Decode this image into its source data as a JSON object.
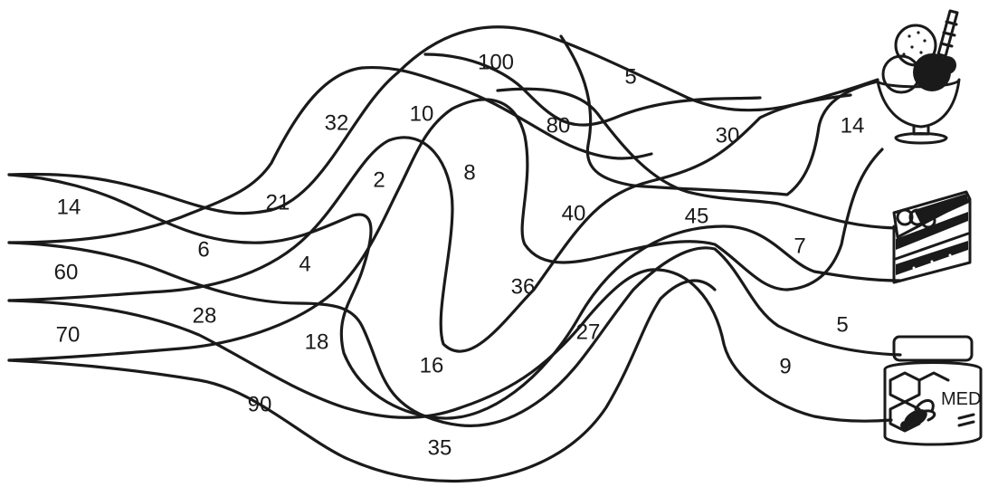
{
  "numbers": [
    {
      "id": "n100",
      "text": "100"
    },
    {
      "id": "n5a",
      "text": "5"
    },
    {
      "id": "n32",
      "text": "32"
    },
    {
      "id": "n10",
      "text": "10"
    },
    {
      "id": "n80",
      "text": "80"
    },
    {
      "id": "n30",
      "text": "30"
    },
    {
      "id": "n14b",
      "text": "14"
    },
    {
      "id": "n14a",
      "text": "14"
    },
    {
      "id": "n21",
      "text": "21"
    },
    {
      "id": "n2",
      "text": "2"
    },
    {
      "id": "n8",
      "text": "8"
    },
    {
      "id": "n40",
      "text": "40"
    },
    {
      "id": "n45",
      "text": "45"
    },
    {
      "id": "n6",
      "text": "6"
    },
    {
      "id": "n4",
      "text": "4"
    },
    {
      "id": "n60",
      "text": "60"
    },
    {
      "id": "n7",
      "text": "7"
    },
    {
      "id": "n28",
      "text": "28"
    },
    {
      "id": "n36",
      "text": "36"
    },
    {
      "id": "n70",
      "text": "70"
    },
    {
      "id": "n18",
      "text": "18"
    },
    {
      "id": "n27",
      "text": "27"
    },
    {
      "id": "n5b",
      "text": "5"
    },
    {
      "id": "n16",
      "text": "16"
    },
    {
      "id": "n9",
      "text": "9"
    },
    {
      "id": "n90",
      "text": "90"
    },
    {
      "id": "n35",
      "text": "35"
    }
  ],
  "jar": {
    "label": "MED"
  },
  "destinations": [
    {
      "name": "ice-cream-sundae-icon"
    },
    {
      "name": "cake-slice-icon"
    },
    {
      "name": "honey-jar-icon"
    }
  ]
}
